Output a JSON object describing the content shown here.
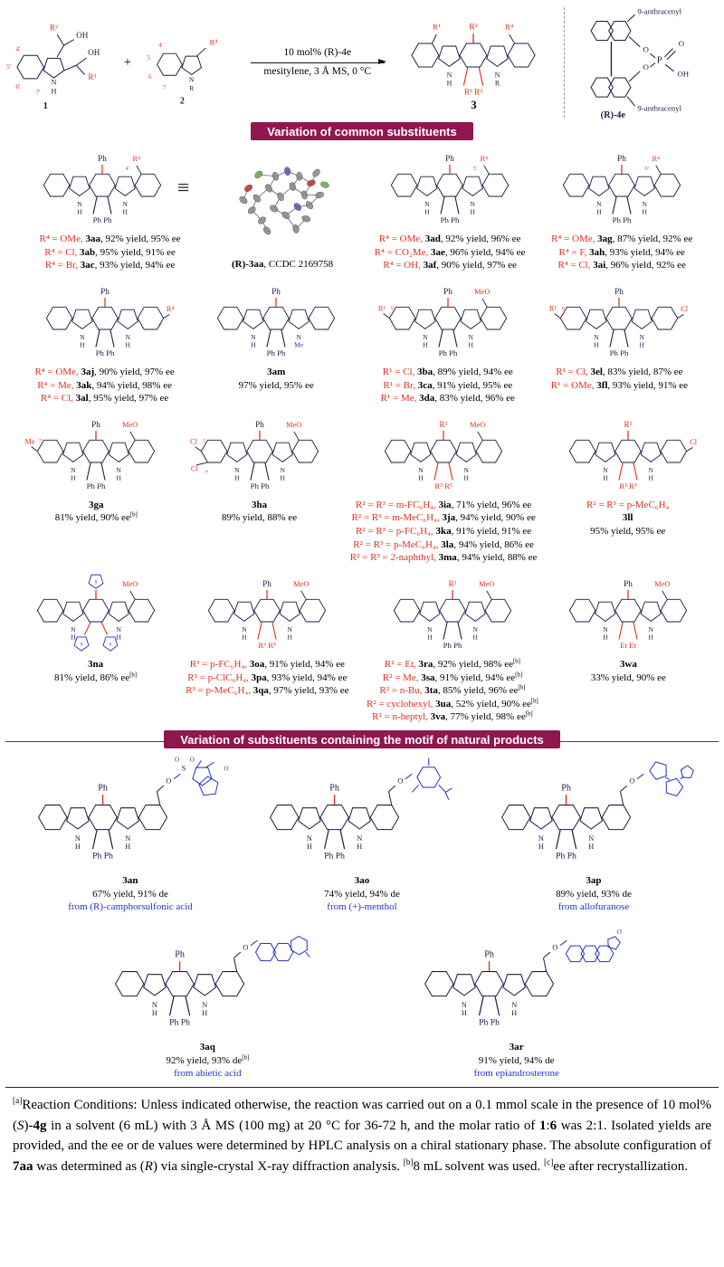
{
  "colors": {
    "ink": "#1c1c45",
    "red": "#e03020",
    "blue": "#2832c8",
    "maroon": "#8e1750"
  },
  "scheme": {
    "plus": "+",
    "arrow_top": "10 mol% (R)-4e",
    "arrow_bottom": "mesitylene, 3 Å MS, 0 °C",
    "sm1": {
      "r2": "R²",
      "oh1": "OH",
      "oh2": "OH",
      "r3": "R³",
      "n": "N",
      "h": "H",
      "p4": "4'",
      "p5": "5'",
      "p6": "6'",
      "p7": "7'",
      "num": "1"
    },
    "sm2": {
      "p4": "4",
      "p5": "5",
      "p6": "6",
      "p7": "7",
      "r4": "R⁴",
      "n": "N",
      "r": "R",
      "num": "2"
    },
    "product": {
      "struct": {
        "tl": "R¹|r",
        "top": "R²|r",
        "tr": "R⁴|r",
        "bottom": "R³ R³|r",
        "nr": "R|k"
      },
      "num": "3"
    },
    "catalyst": {
      "name": "(R)-4e",
      "anth1": "9-anthracenyl",
      "anth2": "9-anthracenyl",
      "o1": "O",
      "o2": "O",
      "p": "P",
      "od": "O",
      "oh": "OH"
    }
  },
  "sections": {
    "common": {
      "banner": "Variation of common substituents",
      "rows": [
        {
          "cells": [
            {
              "name": "3aa-group",
              "struct": {
                "top": "Ph",
                "tr": "R⁴|r",
                "posTr": "4'|r",
                "bottom": "Ph Ph"
              },
              "suffix": "≡",
              "lines": [
                {
                  "red": "R⁴ = OMe, ",
                  "code": "3aa",
                  "rest": ", 92% yield, 95% ee"
                },
                {
                  "red": "R⁴ = Cl, ",
                  "code": "3ab",
                  "rest": ", 95% yield, 91% ee"
                },
                {
                  "red": "R⁴ = Br, ",
                  "code": "3ac",
                  "rest": ", 93% yield, 94% ee"
                }
              ]
            },
            {
              "name": "3aa-xray",
              "kind": "xray",
              "lines": [
                {
                  "code": "(R)-3aa",
                  "rest": ", CCDC 2169758"
                }
              ]
            },
            {
              "name": "3ad-group",
              "struct": {
                "top": "Ph",
                "tr": "R⁴|r",
                "posTr": "5'|r",
                "bottom": "Ph Ph"
              },
              "lines": [
                {
                  "red": "R⁴ = OMe, ",
                  "code": "3ad",
                  "rest": ", 92% yield, 96% ee"
                },
                {
                  "red": "R⁴ = CO₂Me, ",
                  "code": "3ae",
                  "rest": ", 96% yield, 94% ee"
                },
                {
                  "red": "R⁴ = OH, ",
                  "code": "3af",
                  "rest": ", 90% yield, 97% ee"
                }
              ]
            },
            {
              "name": "3ag-group",
              "struct": {
                "top": "Ph",
                "tr": "R⁴|r",
                "posTr": "6'|r",
                "bottom": "Ph Ph"
              },
              "lines": [
                {
                  "red": "R⁴ = OMe, ",
                  "code": "3ag",
                  "rest": ", 87% yield, 92% ee"
                },
                {
                  "red": "R⁴ = F, ",
                  "code": "3ah",
                  "rest": ", 93% yield, 94% ee"
                },
                {
                  "red": "R⁴ = Cl, ",
                  "code": "3ai",
                  "rest": ", 96% yield, 92% ee"
                }
              ]
            }
          ]
        },
        {
          "cells": [
            {
              "name": "3aj-group",
              "struct": {
                "top": "Ph",
                "right": "R⁴|r",
                "posRight": "7'|r",
                "bottom": "Ph Ph"
              },
              "lines": [
                {
                  "red": "R⁴ = OMe, ",
                  "code": "3aj",
                  "rest": ", 90% yield, 97% ee"
                },
                {
                  "red": "R⁴ = Me, ",
                  "code": "3ak",
                  "rest": ", 94% yield, 98% ee"
                },
                {
                  "red": "R⁴ = Cl, ",
                  "code": "3al",
                  "rest": ", 95% yield, 97% ee"
                }
              ]
            },
            {
              "name": "3am",
              "struct": {
                "top": "Ph",
                "bottom": "Ph Ph",
                "nr": "Me|b"
              },
              "lines": [
                {
                  "code": "3am"
                },
                {
                  "rest": "97% yield, 95% ee"
                }
              ]
            },
            {
              "name": "3ba-group",
              "struct": {
                "left": "R¹|r",
                "posLeft": "5'|r",
                "top": "Ph",
                "tr": "MeO|r",
                "bottom": "Ph Ph"
              },
              "lines": [
                {
                  "red": "R¹ = Cl, ",
                  "code": "3ba",
                  "rest": ", 89% yield, 94% ee"
                },
                {
                  "red": "R¹ = Br, ",
                  "code": "3ca",
                  "rest": ", 91% yield, 95% ee"
                },
                {
                  "red": "R¹ = Me, ",
                  "code": "3da",
                  "rest": ", 83% yield, 96% ee"
                }
              ]
            },
            {
              "name": "3el-group",
              "struct": {
                "left": "R¹|r",
                "posLeft": "6'|r",
                "top": "Ph",
                "right": "Cl|r",
                "bottom": "Ph Ph"
              },
              "lines": [
                {
                  "red": "R¹ = Cl, ",
                  "code": "3el",
                  "rest": ", 83% yield, 87% ee"
                },
                {
                  "red": "R¹ = OMe, ",
                  "code": "3fl",
                  "rest": ", 93% yield, 91% ee"
                }
              ]
            }
          ]
        },
        {
          "cells": [
            {
              "name": "3ga",
              "struct": {
                "left": "Me|r",
                "posLeft": "7'|r",
                "top": "Ph",
                "tr": "MeO|r",
                "bottom": "Ph Ph"
              },
              "lines": [
                {
                  "code": "3ga"
                },
                {
                  "rest": "81% yield, 90% ee",
                  "sup": "[b]"
                }
              ]
            },
            {
              "name": "3ha",
              "struct": {
                "left": "Cl|r",
                "posLeft": "5'|r",
                "left2": "Cl|r",
                "posLeft2": "7'|r",
                "top": "Ph",
                "tr": "MeO|r",
                "bottom": "Ph Ph"
              },
              "lines": [
                {
                  "code": "3ha"
                },
                {
                  "rest": "89% yield, 88% ee"
                }
              ]
            },
            {
              "name": "3ia-group",
              "struct": {
                "top": "R²|r",
                "tr": "MeO|r",
                "bottom": "R³ R³|r"
              },
              "lines": [
                {
                  "red": "R² = R³ = m-FC₆H₄, ",
                  "code": "3ia",
                  "rest": ", 71% yield, 96% ee"
                },
                {
                  "red": "R² = R³ = m-MeC₆H₄, ",
                  "code": "3ja",
                  "rest": ", 94% yield, 90% ee"
                },
                {
                  "red": "R² = R³ = p-FC₆H₄, ",
                  "code": "3ka",
                  "rest": ", 91% yield, 91% ee"
                },
                {
                  "red": "R² = R³ = p-MeC₆H₄, ",
                  "code": "3la",
                  "rest": ", 94% yield, 86% ee"
                },
                {
                  "red": "R² = R³ = 2-naphthyl, ",
                  "code": "3ma",
                  "rest": ", 94% yield, 88% ee"
                }
              ]
            },
            {
              "name": "3ll",
              "struct": {
                "top": "R²|r",
                "right": "Cl|r",
                "bottom": "R³ R³|r"
              },
              "lines": [
                {
                  "red": "R² = R³ = p-MeC₆H₄"
                },
                {
                  "code": "3ll"
                },
                {
                  "rest": "95% yield, 95% ee"
                }
              ]
            }
          ]
        },
        {
          "cells": [
            {
              "name": "3na",
              "struct": {
                "thienyl": true,
                "tr": "MeO|r"
              },
              "lines": [
                {
                  "code": "3na"
                },
                {
                  "rest": "81% yield, 86% ee",
                  "sup": "[b]"
                }
              ]
            },
            {
              "name": "3oa-group",
              "struct": {
                "top": "Ph",
                "tr": "MeO|r",
                "bottom": "R³ R³|r"
              },
              "lines": [
                {
                  "red": "R³ = p-FC₆H₄, ",
                  "code": "3oa",
                  "rest": ", 91% yield, 94% ee"
                },
                {
                  "red": "R³ = p-ClC₆H₄, ",
                  "code": "3pa",
                  "rest": ", 93% yield, 94% ee"
                },
                {
                  "red": "R³ = p-MeC₆H₄, ",
                  "code": "3qa",
                  "rest": ", 97% yield, 93% ee"
                }
              ]
            },
            {
              "name": "3ra-group",
              "struct": {
                "top": "R²|r",
                "tr": "MeO|r",
                "bottom": "Ph Ph"
              },
              "lines": [
                {
                  "red": "R² = Et, ",
                  "code": "3ra",
                  "rest": ", 92% yield, 98% ee",
                  "sup": "[b]"
                },
                {
                  "red": "R² = Me, ",
                  "code": "3sa",
                  "rest": ", 91% yield, 94% ee",
                  "sup": "[b]"
                },
                {
                  "red": "R² = n-Bu, ",
                  "code": "3ta",
                  "rest": ", 85% yield, 96% ee",
                  "sup": "[b]"
                },
                {
                  "red": "R² = cyclohexyl, ",
                  "code": "3ua",
                  "rest": ", 52% yield, 90% ee",
                  "sup": "[b]"
                },
                {
                  "red": "R² = n-heptyl, ",
                  "code": "3va",
                  "rest": ", 77% yield, 98% ee",
                  "sup": "[b]"
                }
              ]
            },
            {
              "name": "3wa",
              "struct": {
                "top": "Ph",
                "tr": "MeO|r",
                "bottom": "Et Et|r"
              },
              "lines": [
                {
                  "code": "3wa"
                },
                {
                  "rest": "33% yield, 90% ee"
                }
              ]
            }
          ]
        }
      ]
    },
    "natural": {
      "banner": "Variation of substituents containing the motif of natural products",
      "rows": [
        {
          "cells": [
            {
              "name": "3an",
              "struct": {
                "top": "Ph",
                "bottom": "Ph Ph",
                "frag": "camphor",
                "fragO": "O",
                "fragS": "S",
                "fragO2": "O",
                "fragO3": "O"
              },
              "lines": [
                {
                  "code": "3an"
                },
                {
                  "rest": "67% yield, 91% de"
                },
                {
                  "note": "from (R)-camphorsulfonic acid"
                }
              ]
            },
            {
              "name": "3ao",
              "struct": {
                "top": "Ph",
                "bottom": "Ph Ph",
                "frag": "menthol",
                "fragO": "O"
              },
              "lines": [
                {
                  "code": "3ao"
                },
                {
                  "rest": "74% yield, 94% de"
                },
                {
                  "note": "from (+)-menthol"
                }
              ]
            },
            {
              "name": "3ap",
              "struct": {
                "top": "Ph",
                "bottom": "Ph Ph",
                "frag": "sugar",
                "fragO": "O"
              },
              "lines": [
                {
                  "code": "3ap"
                },
                {
                  "rest": "89% yield, 93% de"
                },
                {
                  "note": "from allofuranose"
                }
              ]
            }
          ]
        },
        {
          "cells": [
            {
              "name": "3aq",
              "struct": {
                "top": "Ph",
                "bottom": "Ph Ph",
                "frag": "abietic",
                "fragO": "O"
              },
              "lines": [
                {
                  "code": "3aq"
                },
                {
                  "rest": "92% yield, 93% de",
                  "sup": "[b]"
                },
                {
                  "note": "from abietic acid"
                }
              ]
            },
            {
              "name": "3ar",
              "struct": {
                "top": "Ph",
                "bottom": "Ph Ph",
                "frag": "steroid",
                "fragO": "O"
              },
              "lines": [
                {
                  "code": "3ar"
                },
                {
                  "rest": "91% yield, 94% de"
                },
                {
                  "note": "from epiandrosterone"
                }
              ]
            }
          ]
        }
      ]
    }
  },
  "footnote": {
    "segments": [
      {
        "sup": "[a]"
      },
      {
        "t": "Reaction Conditions: Unless indicated otherwise, the reaction was carried out on a 0.1 mmol scale in the presence of 10 mol% ("
      },
      {
        "i": "S"
      },
      {
        "t": ")-"
      },
      {
        "b": "4g"
      },
      {
        "t": " in a solvent (6 mL) with 3 Å MS (100 mg) at 20 °C for 36-72 h, and the molar ratio of "
      },
      {
        "b": "1"
      },
      {
        "t": ":"
      },
      {
        "b": "6"
      },
      {
        "t": " was 2:1. Isolated yields are provided, and the ee or de values were determined by HPLC analysis on a chiral stationary phase. The absolute configuration of "
      },
      {
        "b": "7aa"
      },
      {
        "t": " was determined as ("
      },
      {
        "i": "R"
      },
      {
        "t": ") via single-crystal X-ray diffraction analysis. "
      },
      {
        "sup": "[b]"
      },
      {
        "t": "8 mL solvent was used. "
      },
      {
        "sup": "[c]"
      },
      {
        "t": "ee after recrystallization."
      }
    ]
  }
}
